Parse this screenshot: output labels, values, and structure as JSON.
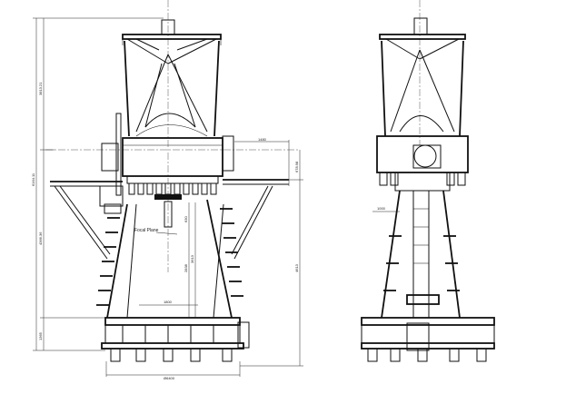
{
  "drawing": {
    "front_view": {
      "label_focal_plane": "Focal Plane",
      "dimensions": {
        "overall_height": "6164.11",
        "upper_height": "3813.21",
        "mid_height": "4366.36",
        "base_height": "1365",
        "arm_width": "1480",
        "arm_height": "678.98",
        "arm_to_floor": "4613",
        "inner_width": "1800",
        "focal_offset": "630",
        "focal_height_a": "2838",
        "focal_height_b": "3613",
        "base_diameter": "Ø6400"
      }
    },
    "side_view": {
      "dimensions": {
        "platform_offset": "1000"
      }
    }
  }
}
